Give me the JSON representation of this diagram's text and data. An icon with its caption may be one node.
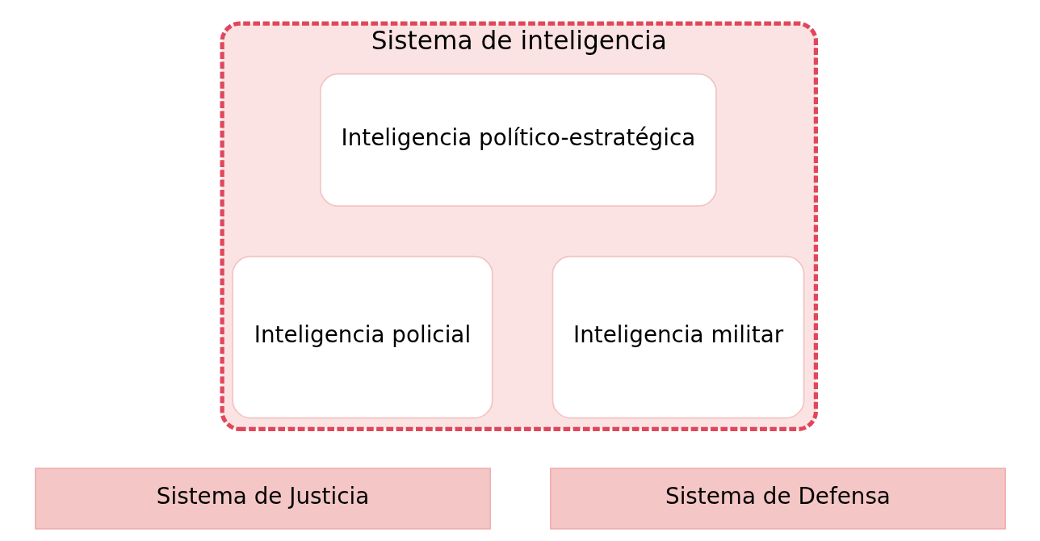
{
  "diagram": {
    "nodes": [
      {
        "text": [
          "Sistema de inteligencia"
        ]
      },
      {
        "text": [
          "Inteligencia político-estratégica"
        ],
        "in": 0
      },
      {
        "text": [
          "Inteligencia policial"
        ],
        "in": 0
      },
      {
        "text": [
          "Inteligencia militar"
        ],
        "in": 0
      },
      {
        "text": [
          "Sistema de Justicia"
        ]
      },
      {
        "text": [
          "Sistema de Defensa"
        ]
      }
    ]
  }
}
